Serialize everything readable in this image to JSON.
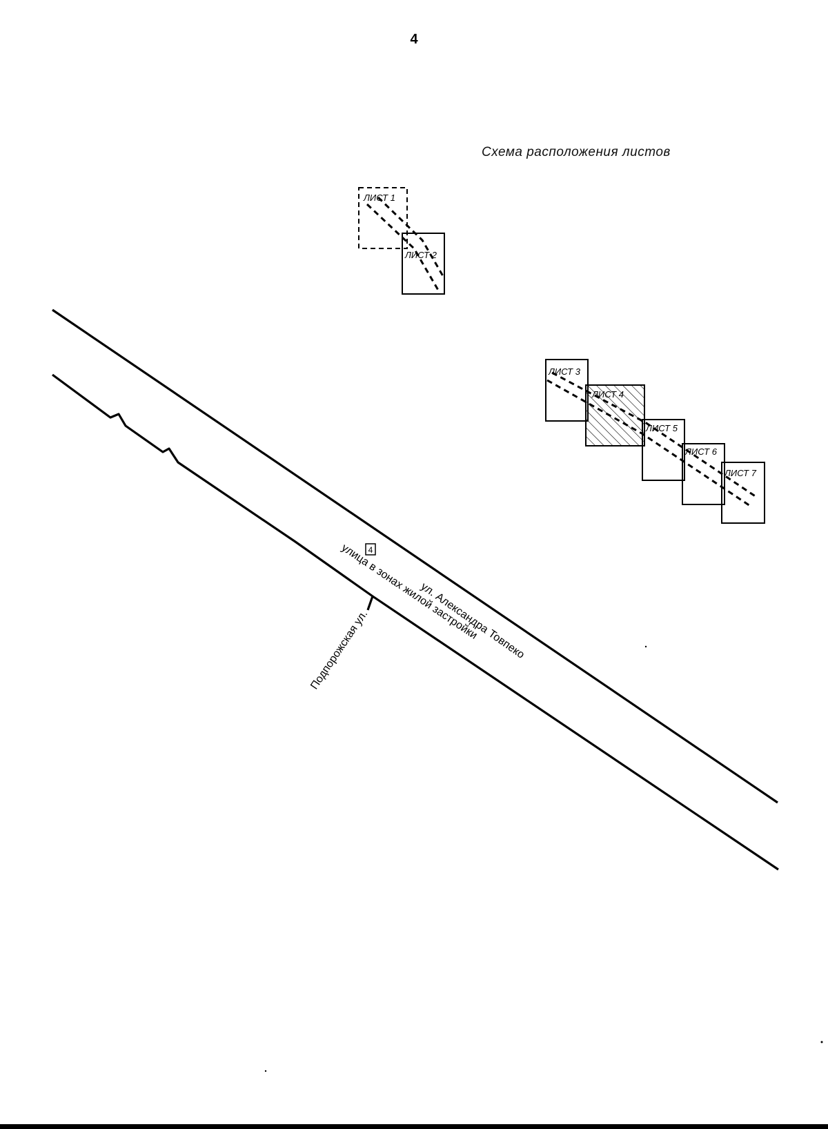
{
  "page": {
    "number": "4"
  },
  "scheme": {
    "title": "Схема расположения листов"
  },
  "sheets": [
    {
      "label": "ЛИСТ 1"
    },
    {
      "label": "ЛИСТ 2"
    },
    {
      "label": "ЛИСТ 3"
    },
    {
      "label": "ЛИСТ 4",
      "highlighted": true
    },
    {
      "label": "ЛИСТ 5"
    },
    {
      "label": "ЛИСТ 6"
    },
    {
      "label": "ЛИСТ 7"
    }
  ],
  "map": {
    "marker": "4",
    "streets": {
      "main": "ул. Александра Товпеко",
      "zone": "улица в зонах жилой застройки",
      "side": "Подпорожская ул."
    }
  }
}
